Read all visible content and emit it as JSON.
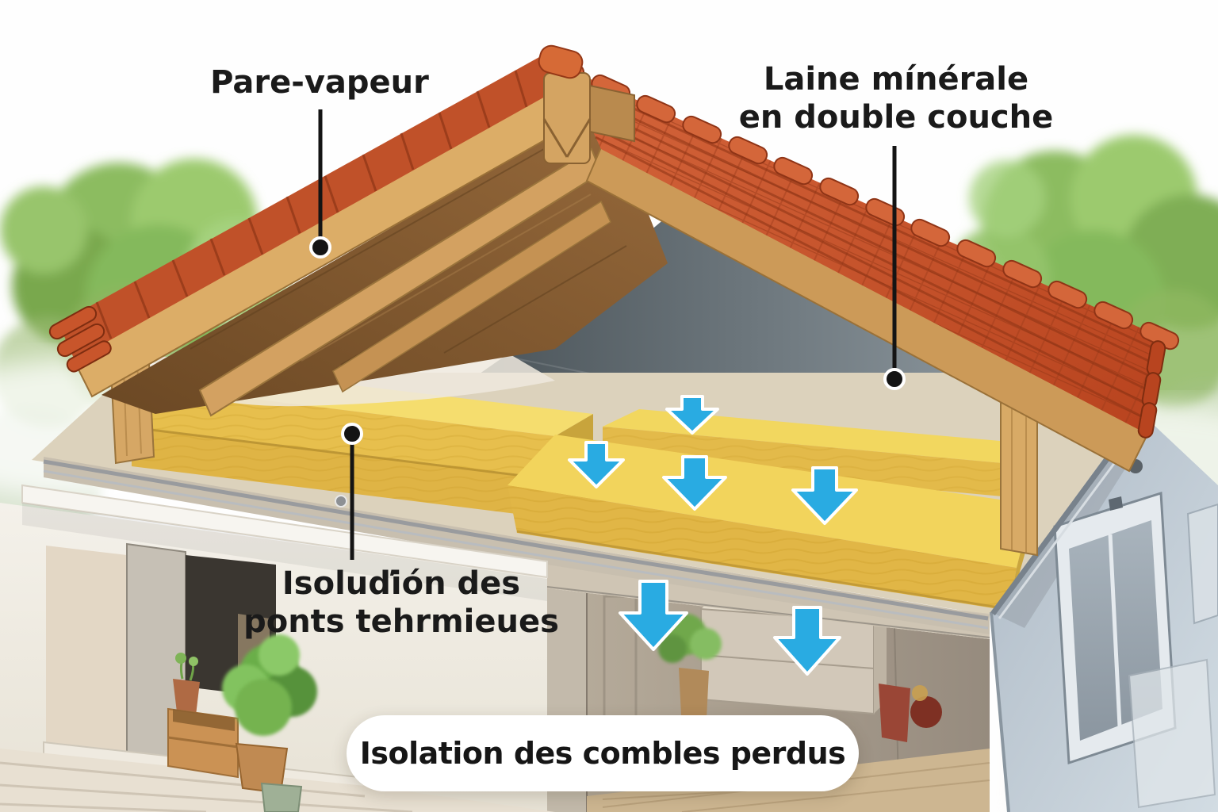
{
  "labels": {
    "vapor_barrier": {
      "text": "Pare-vapeur"
    },
    "mineral_wool": {
      "line1": "Laine mínérale",
      "line2": "en double couche"
    },
    "thermal_bridges": {
      "line1": "Isoluďión des",
      "line2": "ponts tehrmieues"
    }
  },
  "caption": {
    "text": "Isolation des combles perdus"
  },
  "icons": {
    "heat_flow_arrow": {
      "name": "down-arrow-icon",
      "count": 6,
      "color": "#29abe2"
    },
    "leader_dot": {
      "name": "leader-dot",
      "count": 3,
      "color": "#141414"
    }
  },
  "colors": {
    "label_text": "#1a1a1a",
    "leader_line": "#141414",
    "arrow_blue": "#29abe2",
    "caption_bg": "#ffffff",
    "caption_text": "#161616",
    "roof_tile": "#c24e27",
    "roof_tile_light": "#d4663a",
    "ridge_cap": "#d4663a",
    "wood_light": "#d3a161",
    "wood_dark": "#7a5228",
    "insulation_top": "#f2d45c",
    "insulation_front": "#e1b646",
    "vapor_sheet": "#ebe4d8",
    "attic_back_wall": "#6b7377",
    "wall_left": "#f2efe8",
    "wall_right": "#b9c5cf",
    "floor_wood": "#dcd2bc",
    "metal_rail": "#97999d",
    "foliage": "#84b95c"
  }
}
